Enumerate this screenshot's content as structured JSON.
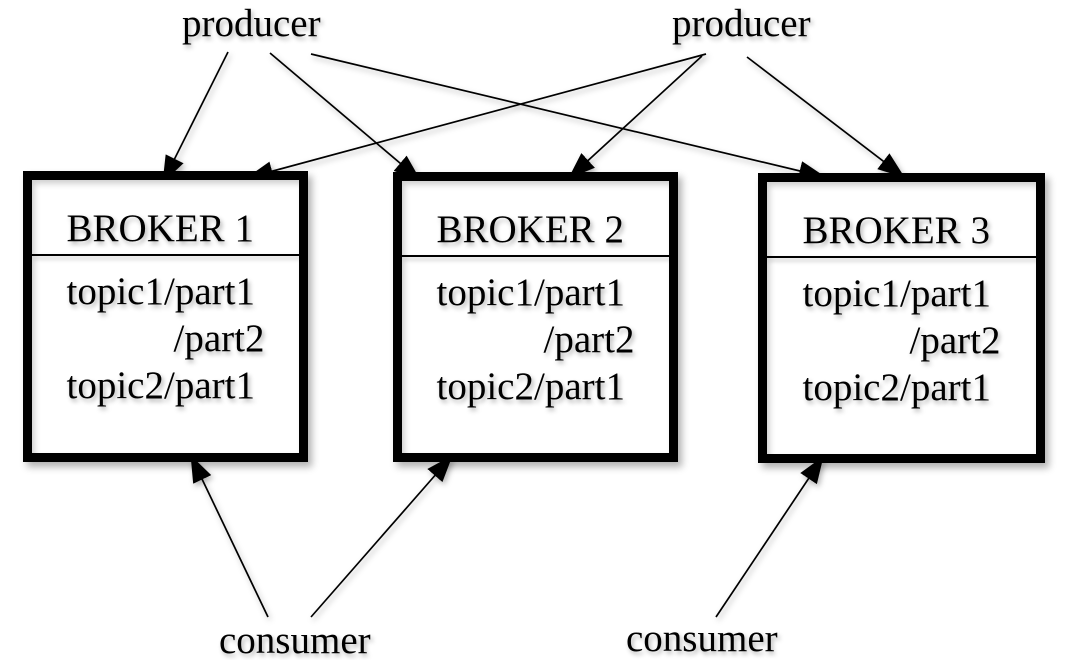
{
  "colors": {
    "ink": "#000000",
    "background": "#ffffff"
  },
  "producers": [
    {
      "id": "producer-1",
      "label": "producer"
    },
    {
      "id": "producer-2",
      "label": "producer"
    }
  ],
  "consumers": [
    {
      "id": "consumer-1",
      "label": "consumer"
    },
    {
      "id": "consumer-2",
      "label": "consumer"
    }
  ],
  "brokers": [
    {
      "id": "broker-1",
      "title": "BROKER 1",
      "topics": [
        "topic1/part1",
        "/part2",
        "topic2/part1"
      ]
    },
    {
      "id": "broker-2",
      "title": "BROKER 2",
      "topics": [
        "topic1/part1",
        "/part2",
        "topic2/part1"
      ]
    },
    {
      "id": "broker-3",
      "title": "BROKER 3",
      "topics": [
        "topic1/part1",
        "/part2",
        "topic2/part1"
      ]
    }
  ],
  "edges": [
    {
      "from": "producer-1",
      "to": "broker-1"
    },
    {
      "from": "producer-1",
      "to": "broker-2"
    },
    {
      "from": "producer-1",
      "to": "broker-3"
    },
    {
      "from": "producer-2",
      "to": "broker-1"
    },
    {
      "from": "producer-2",
      "to": "broker-2"
    },
    {
      "from": "producer-2",
      "to": "broker-3"
    },
    {
      "from": "consumer-1",
      "to": "broker-1"
    },
    {
      "from": "consumer-1",
      "to": "broker-2"
    },
    {
      "from": "consumer-2",
      "to": "broker-3"
    }
  ]
}
